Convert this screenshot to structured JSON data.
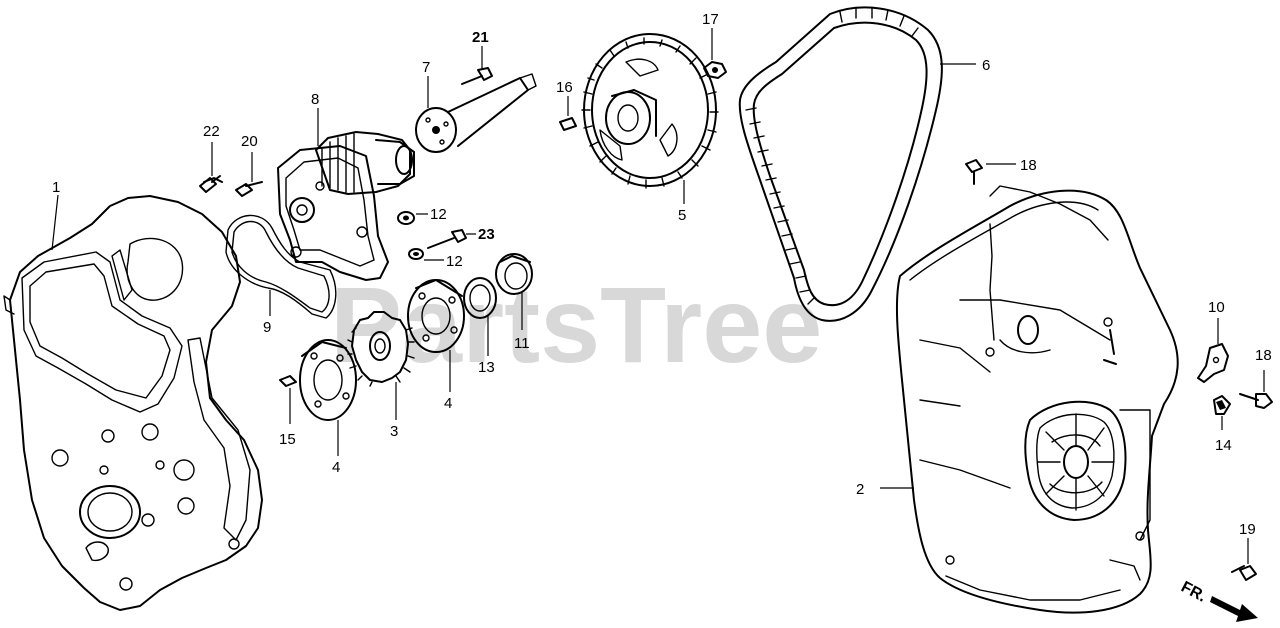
{
  "watermark": "PartsTree",
  "direction_marker": "FR.",
  "callouts": {
    "c1": "1",
    "c2": "2",
    "c3": "3",
    "c4a": "4",
    "c4b": "4",
    "c5": "5",
    "c6": "6",
    "c7": "7",
    "c8": "8",
    "c9": "9",
    "c10": "10",
    "c11": "11",
    "c12a": "12",
    "c12b": "12",
    "c13": "13",
    "c14": "14",
    "c15": "15",
    "c16": "16",
    "c17": "17",
    "c18a": "18",
    "c18b": "18",
    "c19": "19",
    "c20": "20",
    "c21": "21",
    "c22": "22",
    "c23": "23"
  }
}
